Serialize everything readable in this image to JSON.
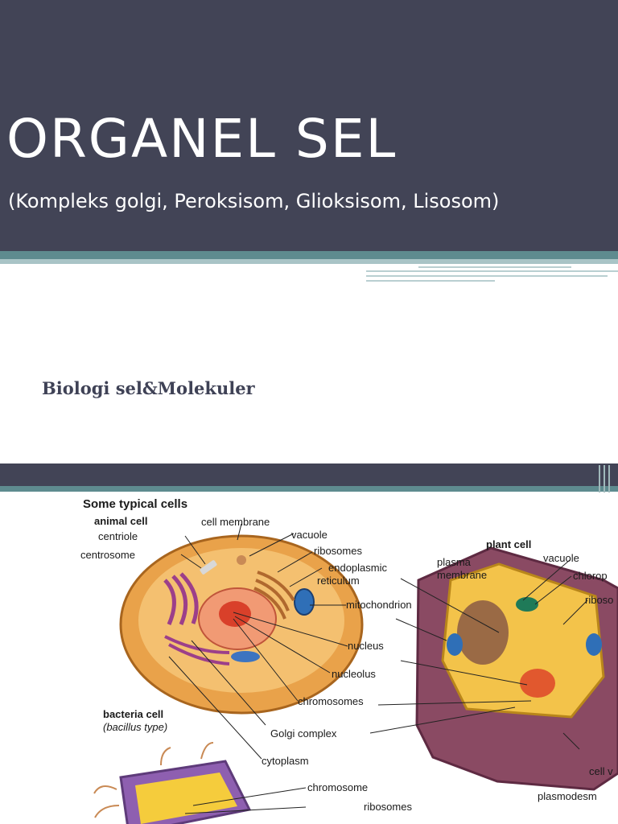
{
  "slide1": {
    "title": "ORGANEL SEL",
    "subtitle": "(Kompleks golgi, Peroksisom, Glioksisom, Lisosom)",
    "course": "Biologi sel&Molekuler",
    "colors": {
      "header": "#424456",
      "accent": "#5e8b8f",
      "text_dark": "#3f4256"
    }
  },
  "diagram": {
    "heading": "Some typical cells",
    "animal_cell": "animal cell",
    "plant_cell": "plant cell",
    "bacteria_cell": "bacteria cell",
    "bacteria_type": "(bacillus type)",
    "labels": {
      "cell_membrane": "cell membrane",
      "centriole": "centriole",
      "centrosome": "centrosome",
      "vacuole_animal": "vacuole",
      "ribosomes_animal": "ribosomes",
      "er_line1": "endoplasmic",
      "er_line2": "reticulum",
      "mitochondrion": "mitochondrion",
      "nucleus": "nucleus",
      "nucleolus": "nucleolus",
      "chromosomes": "chromosomes",
      "golgi": "Golgi complex",
      "cytoplasm": "cytoplasm",
      "chromosome": "chromosome",
      "ribosomes_bacteria": "ribosomes",
      "plasma_line1": "plasma",
      "plasma_line2": "membrane",
      "vacuole_plant": "vacuole",
      "chloroplast": "chlorop",
      "ribosomes_plant": "riboso",
      "cell_wall": "cell v",
      "plasmodesmata": "plasmodesm"
    }
  }
}
